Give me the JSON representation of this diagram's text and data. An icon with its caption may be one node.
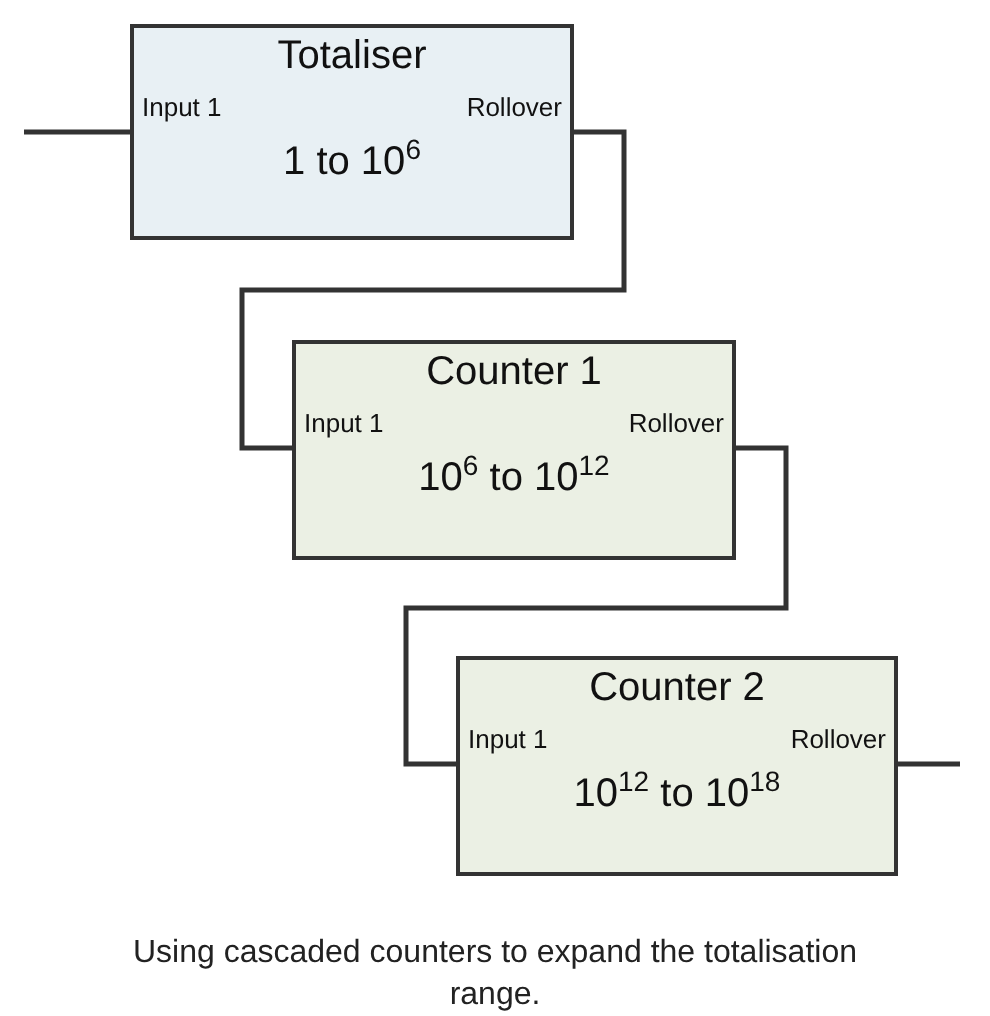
{
  "diagram": {
    "caption": "Using cascaded counters to expand the totalisation range.",
    "nodes": [
      {
        "text": [
          "Totaliser",
          "Input 1",
          "Rollover",
          "1 to 10$^{6}$"
        ]
      },
      {
        "text": [
          "Counter 1",
          "Input 1",
          "Rollover",
          "10$^{6}$ to 10$^{12}$"
        ]
      },
      {
        "text": [
          "Counter 2",
          "Input 1",
          "Rollover",
          "10$^{12}$ to 10$^{18}$"
        ]
      }
    ],
    "edges": [
      {
        "from": null,
        "to": 0,
        "arrow": "none"
      },
      {
        "from": 0,
        "to": 1,
        "arrow": "none"
      },
      {
        "from": 1,
        "to": 2,
        "arrow": "none"
      },
      {
        "from": 2,
        "to": null,
        "arrow": "none"
      }
    ]
  }
}
